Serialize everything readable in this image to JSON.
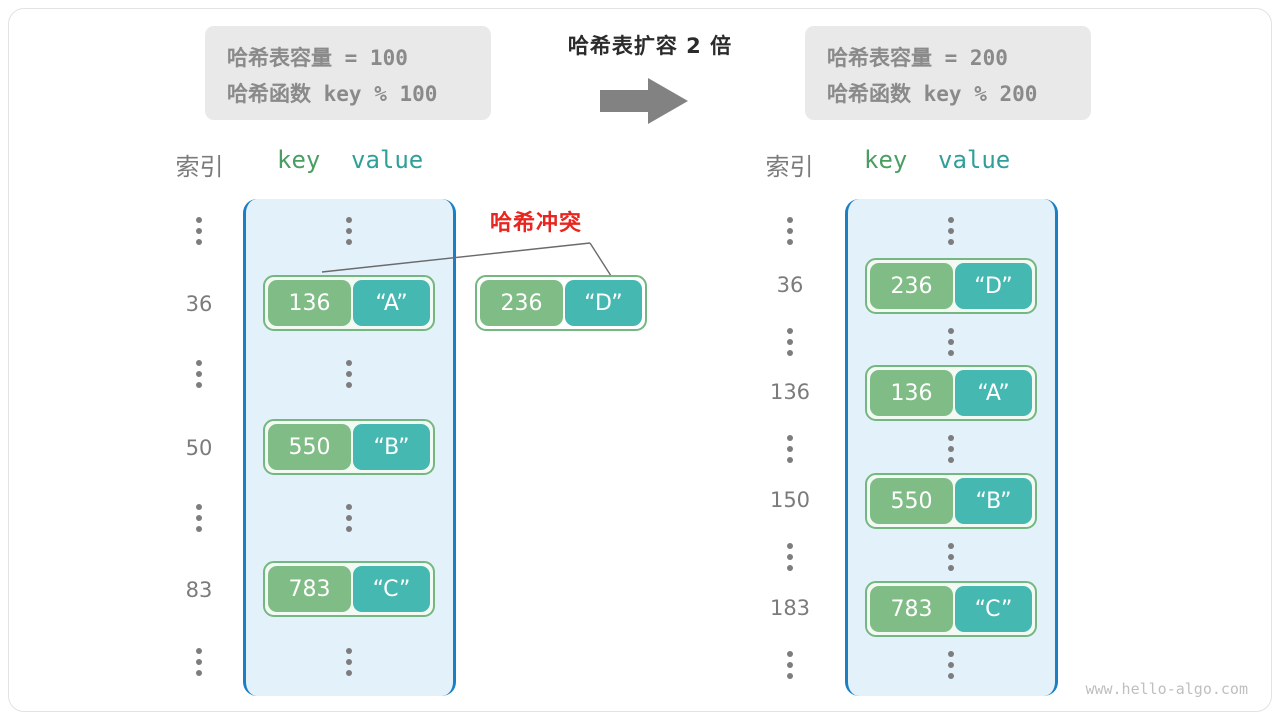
{
  "watermark": "www.hello-algo.com",
  "transition": {
    "label": "哈希表扩容 2 倍",
    "arrow_icon": "right-arrow-icon"
  },
  "before": {
    "info": {
      "capacity_line": "哈希表容量 = 100",
      "function_line": "哈希函数 key % 100"
    },
    "headers": {
      "index": "索引",
      "key": "key",
      "value": "value"
    },
    "rows": [
      {
        "index": "⋮",
        "type": "dots"
      },
      {
        "index": "36",
        "type": "entry",
        "key": "136",
        "value": "“A”"
      },
      {
        "index": "⋮",
        "type": "dots"
      },
      {
        "index": "50",
        "type": "entry",
        "key": "550",
        "value": "“B”"
      },
      {
        "index": "⋮",
        "type": "dots"
      },
      {
        "index": "83",
        "type": "entry",
        "key": "783",
        "value": "“C”"
      },
      {
        "index": "⋮",
        "type": "dots"
      }
    ]
  },
  "collision": {
    "label": "哈希冲突",
    "entry": {
      "key": "236",
      "value": "“D”"
    },
    "color": "#e8251f"
  },
  "after": {
    "info": {
      "capacity_line": "哈希表容量 = 200",
      "function_line": "哈希函数 key % 200"
    },
    "headers": {
      "index": "索引",
      "key": "key",
      "value": "value"
    },
    "rows": [
      {
        "index": "⋮",
        "type": "dots"
      },
      {
        "index": "36",
        "type": "entry",
        "key": "236",
        "value": "“D”"
      },
      {
        "index": "⋮",
        "type": "dots"
      },
      {
        "index": "136",
        "type": "entry",
        "key": "136",
        "value": "“A”"
      },
      {
        "index": "⋮",
        "type": "dots"
      },
      {
        "index": "150",
        "type": "entry",
        "key": "550",
        "value": "“B”"
      },
      {
        "index": "⋮",
        "type": "dots"
      },
      {
        "index": "183",
        "type": "entry",
        "key": "783",
        "value": "“C”"
      },
      {
        "index": "⋮",
        "type": "dots"
      }
    ]
  },
  "colors": {
    "key_fill": "#80bd86",
    "value_fill": "#45b8b2",
    "bucket_bg": "#e3f1fb",
    "bucket_border": "#1c7fc4",
    "pair_border": "#74b781",
    "collision_red": "#e8251f",
    "info_bg": "#e9e9e9",
    "info_text": "#8a8a8a"
  }
}
